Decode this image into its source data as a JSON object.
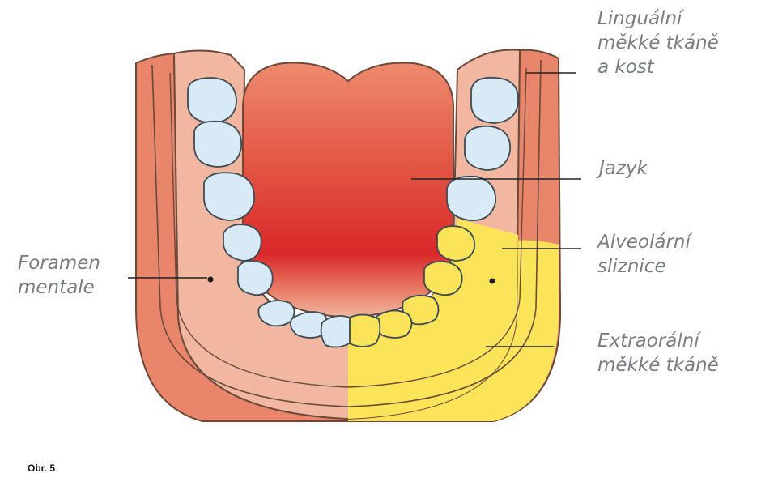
{
  "labels": {
    "lingual": [
      "Linguální",
      "měkké tkáně",
      "a kost"
    ],
    "tongue": [
      "Jazyk"
    ],
    "alveolar": [
      "Alveolární",
      "sliznice"
    ],
    "extraoral": [
      "Extraorální",
      "měkké tkáně"
    ],
    "foramen": [
      "Foramen",
      "mentale"
    ]
  },
  "figure_label": "Obr. 5",
  "colors": {
    "outer_tissue": "#e9856b",
    "bone": "#f1b7a0",
    "tongue_light": "#ee8a6c",
    "tongue_dark": "#d9282a",
    "tooth": "#d8eaf5",
    "highlight": "#fbe45a",
    "leader_line": "#222222",
    "label_text": "#7a7d80"
  }
}
